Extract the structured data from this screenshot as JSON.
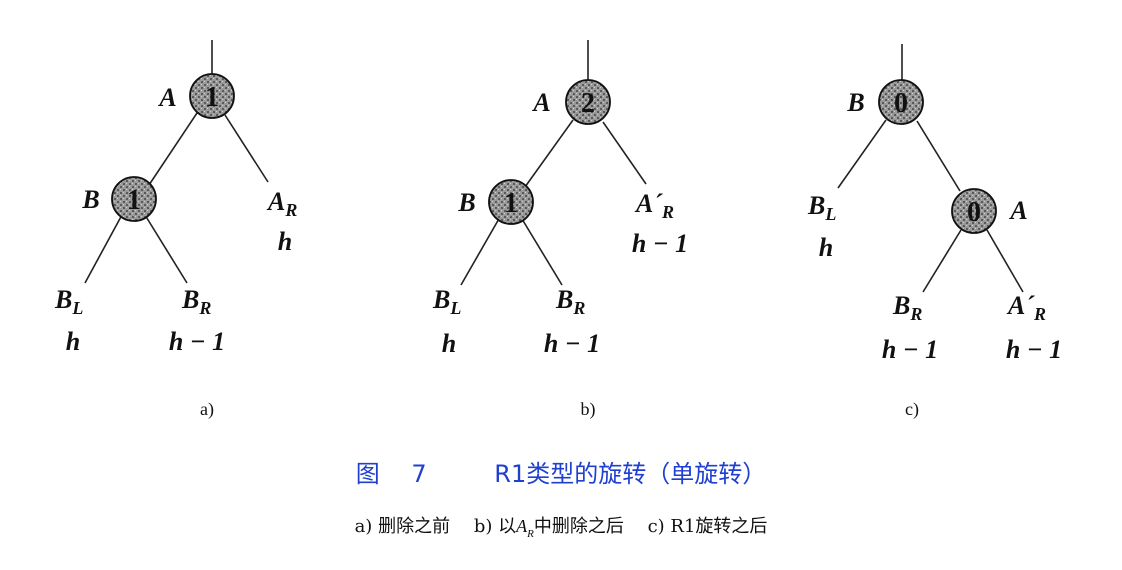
{
  "figure": {
    "panels": [
      {
        "letter": "a)",
        "nodes": [
          {
            "name": "A",
            "bf": "1"
          },
          {
            "name": "B",
            "bf": "1"
          }
        ],
        "leaves": [
          {
            "base": "A",
            "prime": "",
            "sub": "R",
            "height": "h"
          },
          {
            "base": "B",
            "prime": "",
            "sub": "L",
            "height": "h"
          },
          {
            "base": "B",
            "prime": "",
            "sub": "R",
            "height": "h − 1"
          }
        ]
      },
      {
        "letter": "b)",
        "nodes": [
          {
            "name": "A",
            "bf": "2"
          },
          {
            "name": "B",
            "bf": "1"
          }
        ],
        "leaves": [
          {
            "base": "A",
            "prime": "´",
            "sub": "R",
            "height": "h − 1"
          },
          {
            "base": "B",
            "prime": "",
            "sub": "L",
            "height": "h"
          },
          {
            "base": "B",
            "prime": "",
            "sub": "R",
            "height": "h − 1"
          }
        ]
      },
      {
        "letter": "c)",
        "nodes": [
          {
            "name": "B",
            "bf": "0"
          },
          {
            "name": "A",
            "bf": "0"
          }
        ],
        "leaves": [
          {
            "base": "B",
            "prime": "",
            "sub": "L",
            "height": "h"
          },
          {
            "base": "B",
            "prime": "",
            "sub": "R",
            "height": "h − 1"
          },
          {
            "base": "A",
            "prime": "´",
            "sub": "R",
            "height": "h − 1"
          }
        ]
      }
    ]
  },
  "caption": {
    "figure_label": "图",
    "figure_number": "7",
    "title": "R1类型的旋转（单旋转）",
    "parts": [
      {
        "letter": "a)",
        "text": "删除之前"
      },
      {
        "letter": "b)",
        "pre": "以",
        "var": "A",
        "sub": "R",
        "post": "中删除之后"
      },
      {
        "letter": "c)",
        "text": "R1旋转之后"
      }
    ]
  }
}
